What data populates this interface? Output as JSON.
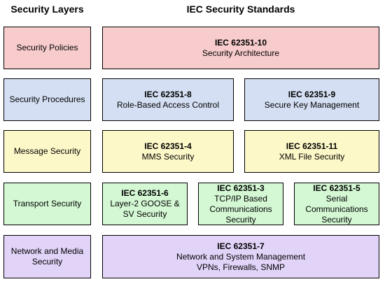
{
  "headers": {
    "left": "Security Layers",
    "right": "IEC Security Standards"
  },
  "layers": [
    {
      "label": "Security Policies",
      "color": "#f8cccc"
    },
    {
      "label": "Security Procedures",
      "color": "#d4dff3"
    },
    {
      "label": "Message Security",
      "color": "#fdf8c8"
    },
    {
      "label": "Transport Security",
      "color": "#d4f8d4"
    },
    {
      "label": "Network and Media Security",
      "color": "#e2d4f8"
    }
  ],
  "standards": {
    "policies": [
      {
        "id": "IEC 62351-10",
        "desc": "Security Architecture"
      }
    ],
    "procedures": [
      {
        "id": "IEC 62351-8",
        "desc": "Role-Based Access Control"
      },
      {
        "id": "IEC 62351-9",
        "desc": "Secure Key Management"
      }
    ],
    "message": [
      {
        "id": "IEC 62351-4",
        "desc": "MMS Security"
      },
      {
        "id": "IEC 62351-11",
        "desc": "XML File Security"
      }
    ],
    "transport": [
      {
        "id": "IEC 62351-6",
        "desc1": "Layer-2 GOOSE &",
        "desc2": "SV Security"
      },
      {
        "id": "IEC 62351-3",
        "desc1": "TCP/IP Based",
        "desc2": "Communications",
        "desc3": "Security"
      },
      {
        "id": "IEC 62351-5",
        "desc1": "Serial",
        "desc2": "Communications",
        "desc3": "Security"
      }
    ],
    "network": [
      {
        "id": "IEC 62351-7",
        "desc1": "Network and System Management",
        "desc2": "VPNs, Firewalls, SNMP"
      }
    ]
  }
}
